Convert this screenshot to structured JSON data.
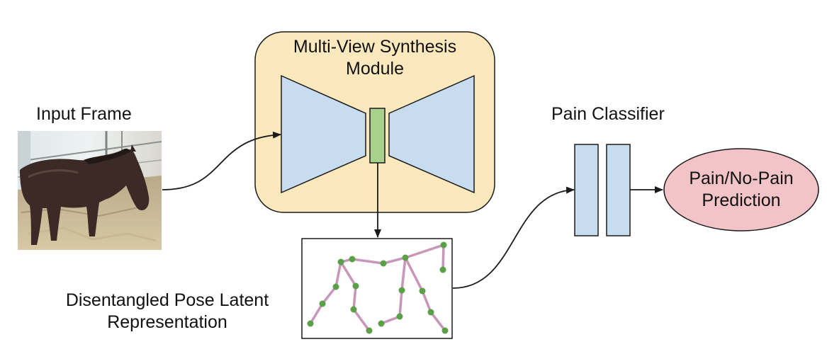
{
  "labels": {
    "input_frame": "Input Frame",
    "module_line1": "Multi-View Synthesis",
    "module_line2": "Module",
    "pain_classifier": "Pain Classifier",
    "prediction_line1": "Pain/No-Pain",
    "prediction_line2": "Prediction",
    "latent_line1": "Disentangled Pose Latent",
    "latent_line2": "Representation"
  },
  "colors": {
    "module_fill": "#fbe8bd",
    "encoder_fill": "#c8dcf0",
    "bottleneck_fill": "#a9d18e",
    "classifier_fill": "#c8dcf0",
    "prediction_fill": "#f2c4c8",
    "skeleton_line": "#c896b8",
    "skeleton_joint": "#5aa046",
    "stroke": "#1a1a1a"
  },
  "icons": {
    "input_image": "horse-photo",
    "latent_image": "pose-skeleton"
  }
}
